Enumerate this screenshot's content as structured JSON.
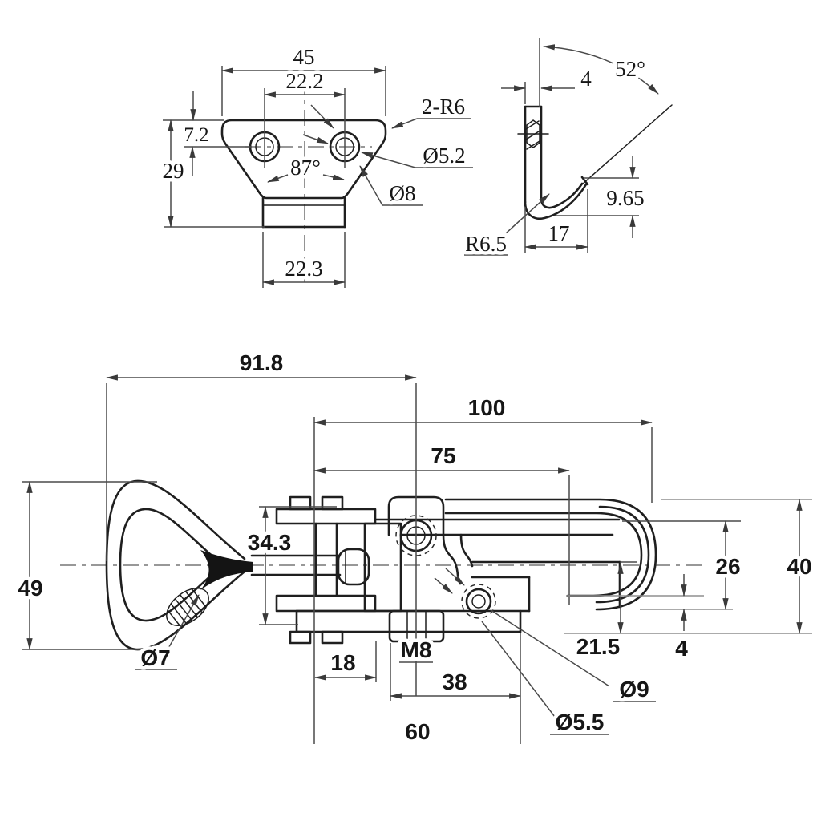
{
  "colors": {
    "ink": "#1f1f1f",
    "dim_line": "#4a4a4a",
    "background": "#ffffff"
  },
  "plate_view": {
    "overall_width": "45",
    "hole_spacing": "22.2",
    "hole_top_offset": "7.2",
    "overall_height": "29",
    "side_angle": "87°",
    "neck_width": "22.3",
    "corner_radius_note": "2-R6",
    "small_hole_dia": "Ø5.2",
    "large_hole_dia": "Ø8"
  },
  "hook_view": {
    "thickness": "4",
    "open_angle": "52°",
    "hook_depth": "9.65",
    "hook_reach": "17",
    "bend_radius": "R6.5"
  },
  "latch_view": {
    "loop_to_pivot": "91.8",
    "base_length": "100",
    "pivot_distance": "75",
    "bracket_height": "34.3",
    "loop_height": "49",
    "wire_dia": "Ø7",
    "foot_width": "18",
    "thread_size": "M8",
    "hole_span": "38",
    "hole_span_outer": "60",
    "catch_depth": "21.5",
    "bail_thickness": "4",
    "opening_height": "26",
    "overall_height": "40",
    "large_hole_dia": "Ø9",
    "small_hole_dia": "Ø5.5"
  }
}
